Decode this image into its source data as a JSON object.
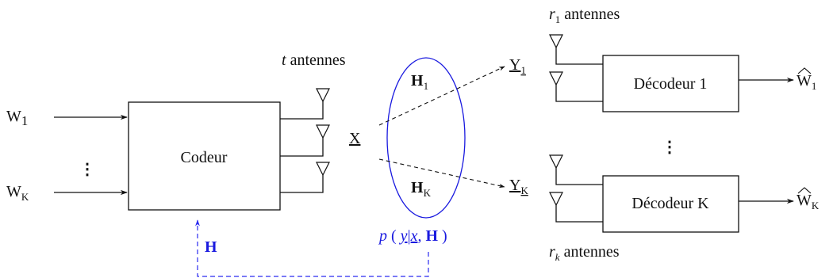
{
  "inputs": {
    "w1": "W",
    "w1_sub": "1",
    "wk": "W",
    "wk_sub": "K",
    "dots": "⋮"
  },
  "coder": {
    "label": "Codeur"
  },
  "tx": {
    "antennas_var": "t",
    "antennas_word": " antennes",
    "signal": "X"
  },
  "channel": {
    "h1": "H",
    "h1_sub": "1",
    "hk": "H",
    "hk_sub": "K",
    "color": "#1a1adf"
  },
  "outputs": {
    "y1": "Y",
    "y1_sub": "1",
    "yk": "Y",
    "yk_sub": "K",
    "r1_var": "r",
    "r1_sub": "1",
    "r1_word": " antennes",
    "rk_var": "r",
    "rk_sub": "k",
    "rk_word": " antennes"
  },
  "decoders": {
    "d1": "Décodeur 1",
    "dk": "Décodeur K",
    "dots": "⋮"
  },
  "estimates": {
    "w1": "W",
    "w1_sub": "1",
    "wk": "W",
    "wk_sub": "K"
  },
  "feedback": {
    "h_label": "H",
    "prob_p": "p",
    "prob_open": " ( ",
    "prob_y": "y",
    "prob_bar": "|",
    "prob_x": "x",
    "prob_comma": ", ",
    "prob_h": "H",
    "prob_close": " )"
  }
}
